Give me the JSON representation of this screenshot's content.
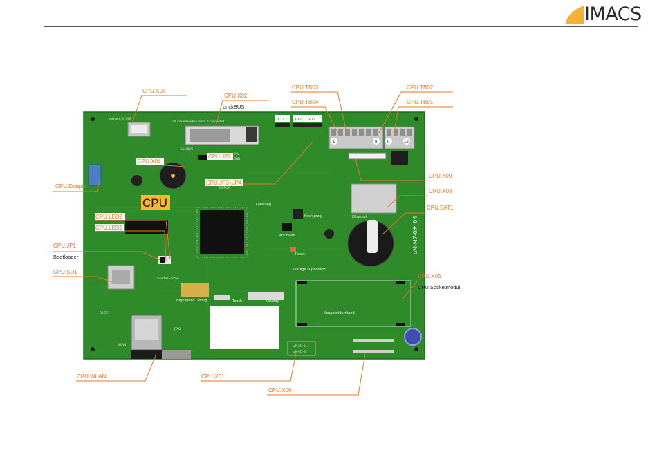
{
  "brand": {
    "name": "IMACS",
    "accent": "#f2b233",
    "text_color": "#2a2a2a"
  },
  "colors": {
    "label": "#e87722",
    "pcb": "#2f8a2a",
    "pcb_dark": "#1f6b1f",
    "label_box": "#ffffff"
  },
  "labels": {
    "x07": "CPU.X07",
    "x02": "CPU.X02",
    "brickbus": "brickBUS",
    "tb03": "CPU.TB03",
    "tb02": "CPU.TB02",
    "tb04": "CPU.TB04",
    "tb01": "CPU.TB01",
    "x04": "CPU.X04",
    "jp2": "CPU.JP2",
    "deeper": "CPU.Deeper",
    "jp3jp4": "CPU.JP3+JP4",
    "x09": "CPU.X09",
    "x03": "CPU.X03",
    "cpu": "CPU",
    "bat1": "CPU.BAT1",
    "led2": "CPU.LED2",
    "led1": "CPU.LED1",
    "jp1": "CPU.JP1",
    "bootloader": "Bootloader",
    "sd1": "CPU.SD1",
    "x05": "CPU.X05",
    "socketmodul": "CPU.Socketmodul",
    "wlan": "CPU.WLAN",
    "x01": "CPU.X01",
    "x06": "CPU.X06"
  },
  "silkscreen": {
    "usb_note": "only use 5V USB",
    "cut_note": "cut 3V3 wire when inject is connected",
    "ethernet": "Ethernet",
    "eeprom": "EEPROM",
    "kennung": "Kennung",
    "flash_prog": "flash prog",
    "data_flash": "Data Flash",
    "reset": "Reset",
    "voltage_supervisor": "voltage supervisor",
    "highspeed_debug": "Highspeed Debug",
    "touch": "Touch",
    "display": "Display",
    "jtag": "JTAG",
    "koppelwiderstand": "Koppelwiderstand",
    "inserted_active": "inserted=active",
    "board_id": "uM-M7-0#_04",
    "tb_numbers": [
      "1",
      "8",
      "9",
      "12"
    ],
    "jumper_marks": [
      "3 2 1",
      "3 2 1",
      "3 2 1"
    ],
    "x01_marks": [
      "uM-M7-01",
      "uM-M7-02"
    ],
    "brickbus_silk": "brickBUS",
    "v24": "24V",
    "gnd": "GND",
    "wlan_silk": "WLAN",
    "rx_tx": "RX TX"
  }
}
